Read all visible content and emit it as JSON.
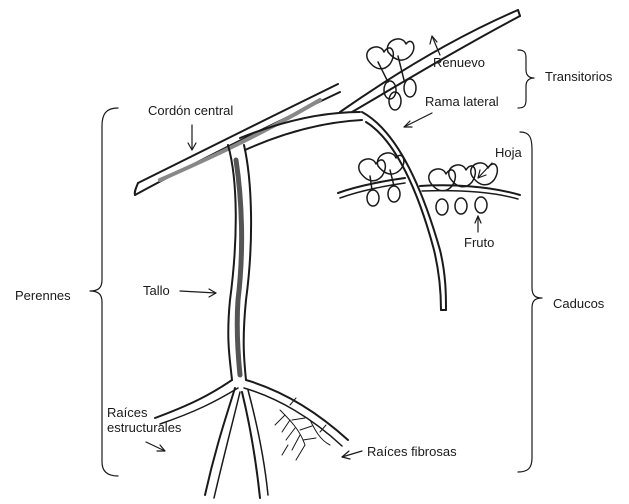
{
  "labels": {
    "renuevo": "Renuevo",
    "transitorios": "Transitorios",
    "rama_lateral": "Rama lateral",
    "cordon_central": "Cordón central",
    "hoja": "Hoja",
    "fruto": "Fruto",
    "perennes": "Perennes",
    "tallo": "Tallo",
    "caducos": "Caducos",
    "raices_estructurales_1": "Raíces",
    "raices_estructurales_2": "estructurales",
    "raices_fibrosas": "Raíces fibrosas"
  },
  "colors": {
    "ink": "#1a1a1a",
    "plant_fill": "#9a9a9a",
    "background": "#ffffff"
  }
}
